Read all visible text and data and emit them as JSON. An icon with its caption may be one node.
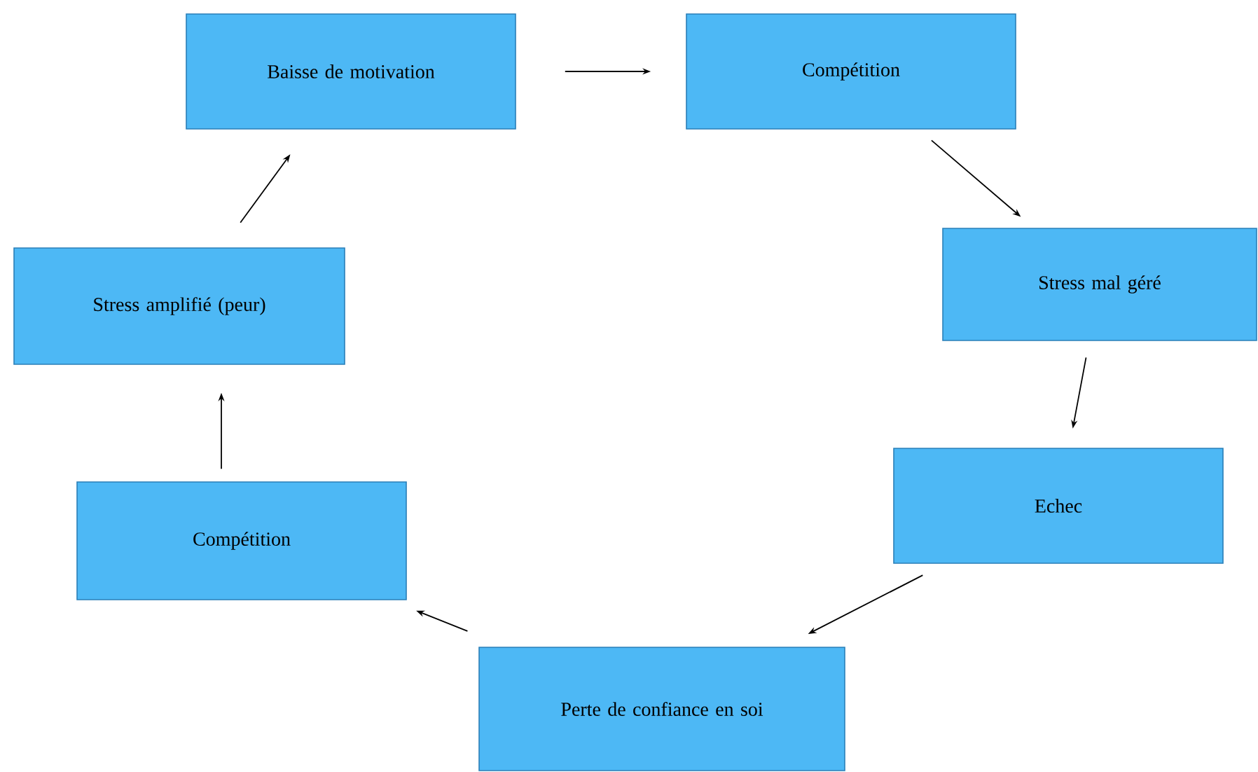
{
  "diagram": {
    "nodes": [
      {
        "text": [
          "Baisse de motivation"
        ]
      },
      {
        "text": [
          "Compétition"
        ]
      },
      {
        "text": [
          "Stress mal géré"
        ]
      },
      {
        "text": [
          "Echec"
        ]
      },
      {
        "text": [
          "Perte de confiance en soi"
        ]
      },
      {
        "text": [
          "Compétition"
        ]
      },
      {
        "text": [
          "Stress amplifié (peur)"
        ]
      }
    ],
    "edges": [
      {
        "from": 0,
        "to": 1,
        "arrow": "to"
      },
      {
        "from": 1,
        "to": 2,
        "arrow": "to"
      },
      {
        "from": 2,
        "to": 3,
        "arrow": "to"
      },
      {
        "from": 3,
        "to": 4,
        "arrow": "to"
      },
      {
        "from": 4,
        "to": 5,
        "arrow": "to"
      },
      {
        "from": 5,
        "to": 6,
        "arrow": "to"
      },
      {
        "from": 6,
        "to": 0,
        "arrow": "to"
      }
    ]
  }
}
